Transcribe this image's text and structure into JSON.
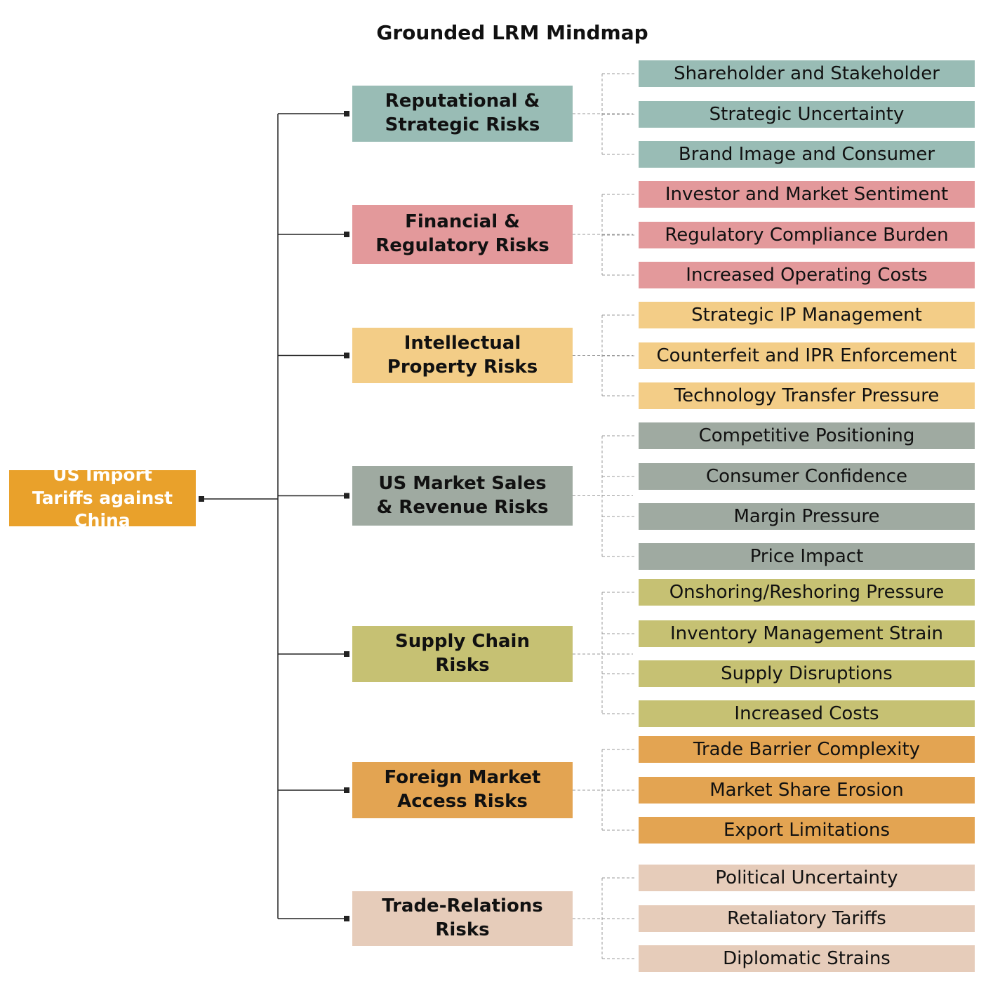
{
  "title": "Grounded LRM Mindmap",
  "root": {
    "label": "US Import Tariffs against China",
    "color": "#E9A12B"
  },
  "categories": [
    {
      "label": "Reputational & Strategic Risks",
      "color": "#99BCB5",
      "items": [
        "Shareholder and Stakeholder",
        "Strategic Uncertainty",
        "Brand Image and Consumer"
      ]
    },
    {
      "label": "Financial & Regulatory Risks",
      "color": "#E3999B",
      "items": [
        "Investor and Market Sentiment",
        "Regulatory Compliance Burden",
        "Increased Operating Costs"
      ]
    },
    {
      "label": "Intellectual Property Risks",
      "color": "#F3CD87",
      "items": [
        "Strategic IP Management",
        "Counterfeit and IPR Enforcement",
        "Technology Transfer Pressure"
      ]
    },
    {
      "label": "US Market Sales & Revenue Risks",
      "color": "#9FAAA1",
      "items": [
        "Competitive Positioning",
        "Consumer Confidence",
        "Margin Pressure",
        "Price Impact"
      ]
    },
    {
      "label": "Supply Chain Risks",
      "color": "#C6C173",
      "items": [
        "Onshoring/Reshoring Pressure",
        "Inventory Management Strain",
        "Supply Disruptions",
        "Increased Costs"
      ]
    },
    {
      "label": "Foreign Market Access Risks",
      "color": "#E3A452",
      "items": [
        "Trade Barrier Complexity",
        "Market Share Erosion",
        "Export Limitations"
      ]
    },
    {
      "label": "Trade-Relations Risks",
      "color": "#E6CCBA",
      "items": [
        "Political Uncertainty",
        "Retaliatory Tariffs",
        "Diplomatic Strains"
      ]
    }
  ]
}
